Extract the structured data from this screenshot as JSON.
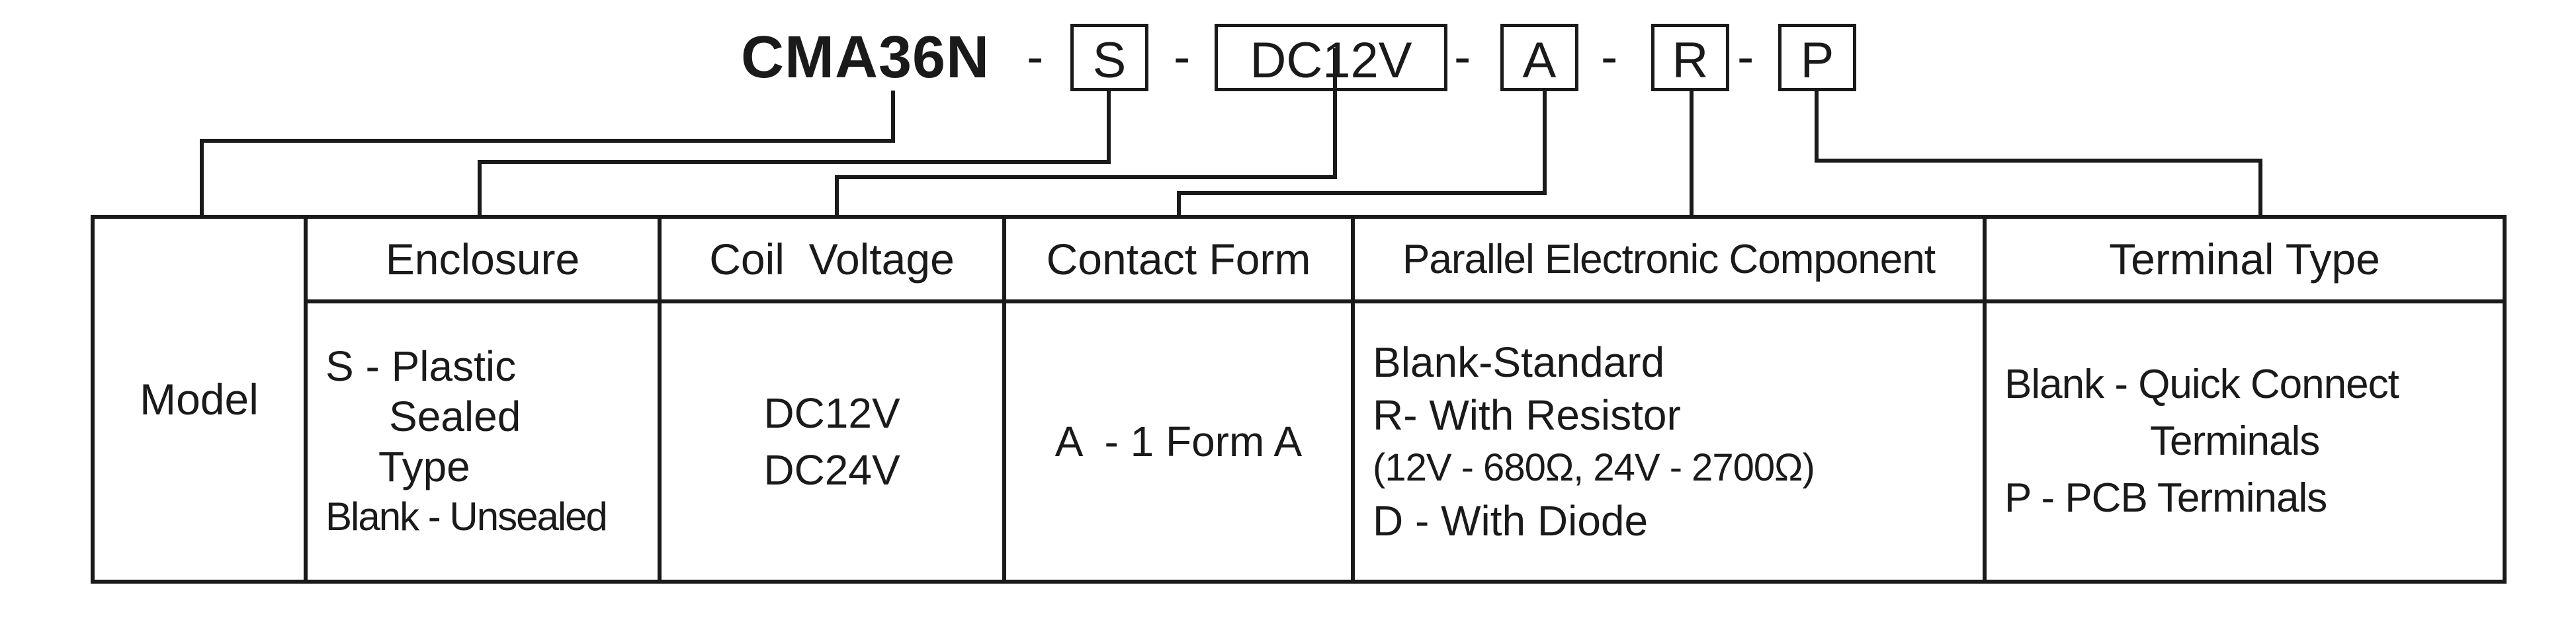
{
  "code": {
    "model": "CMA36N",
    "dash": "-",
    "enclosure": "S",
    "coil_voltage": "DC12V",
    "contact_form": "A",
    "parallel_component": "R",
    "terminal": "P"
  },
  "table": {
    "model_label": "Model",
    "headers": {
      "enclosure": "Enclosure",
      "coil_voltage": "Coil  Voltage",
      "contact_form": "Contact Form",
      "parallel_component": "Parallel Electronic Component",
      "terminal_type": "Terminal Type"
    },
    "enclosure_options": [
      "S - Plastic",
      "Sealed",
      "Type",
      "Blank - Unsealed"
    ],
    "coil_voltage_options": [
      "DC12V",
      "DC24V"
    ],
    "contact_form_options": [
      "A  - 1 Form A"
    ],
    "parallel_component_options": [
      "Blank-Standard",
      "R- With Resistor",
      "(12V - 680Ω, 24V - 2700Ω)",
      "D - With Diode"
    ],
    "terminal_type_options": [
      "Blank - Quick Connect",
      "Terminals",
      "P - PCB Terminals"
    ]
  }
}
